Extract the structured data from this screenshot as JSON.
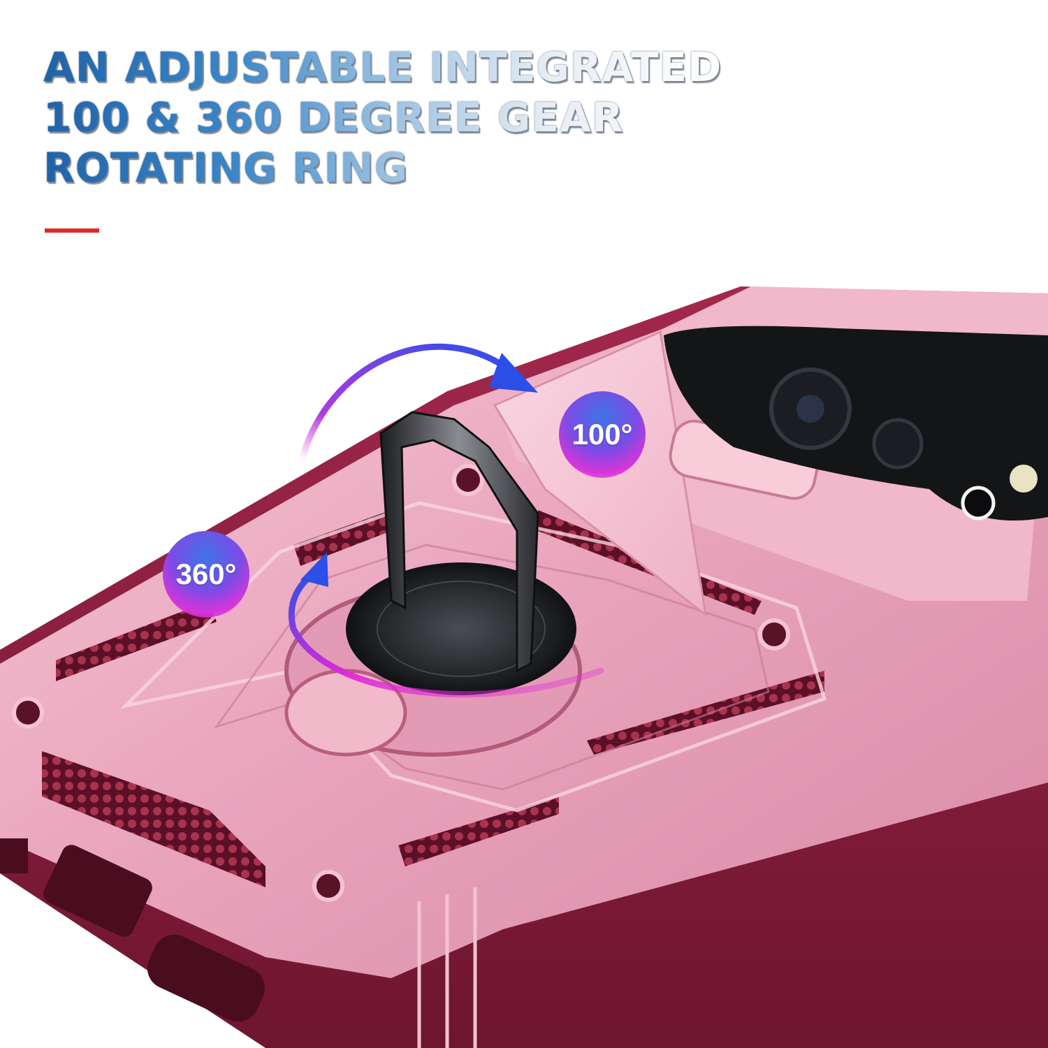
{
  "headline": {
    "lines": [
      "AN ADJUSTABLE INTEGRATED",
      "100 & 360 DEGREE GEAR",
      "ROTATING RING"
    ]
  },
  "badges": {
    "rotation_360": "360°",
    "rotation_100": "100°"
  },
  "colors": {
    "accent_bar": "#e02a2a",
    "case_pink": "#e9a6bd",
    "case_dark": "#8a1f3f",
    "arrow_blue": "#2b4fe8",
    "arrow_magenta": "#e02ad8"
  }
}
